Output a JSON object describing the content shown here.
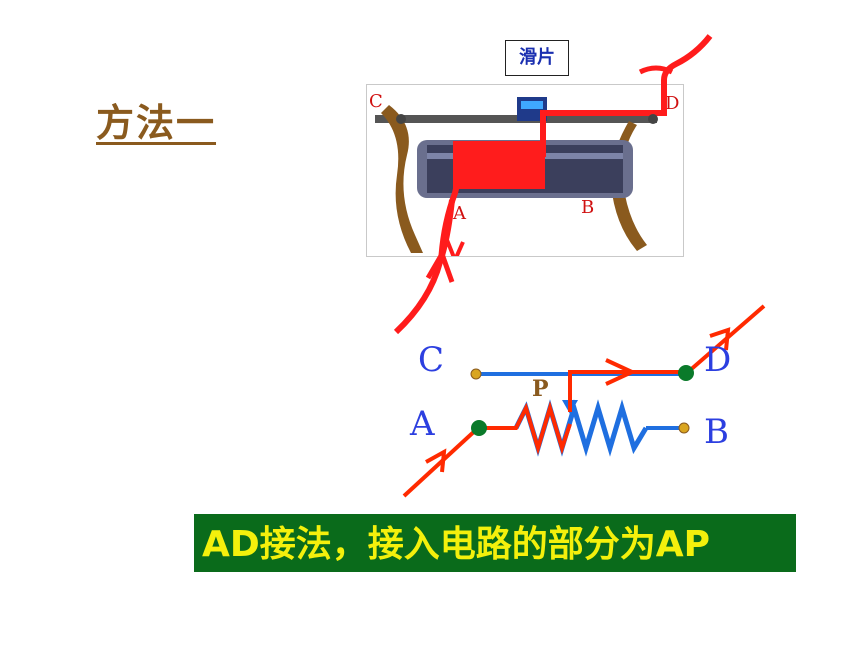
{
  "title": "方法一",
  "photo": {
    "slider_label": "滑片",
    "label_c": "C",
    "label_d": "D",
    "label_a": "A",
    "label_b": "B"
  },
  "schematic": {
    "label_c": "C",
    "label_d": "D",
    "label_a": "A",
    "label_b": "B",
    "label_p": "P"
  },
  "caption": "AD接法，接入电路的部分为AP",
  "colors": {
    "title": "#8a5a1e",
    "current_path": "#ff2a00",
    "wire": "#1f6fe0",
    "caption_bg": "#0a6b1b",
    "caption_text": "#f4f00c",
    "terminal": "#0a7a2a"
  }
}
